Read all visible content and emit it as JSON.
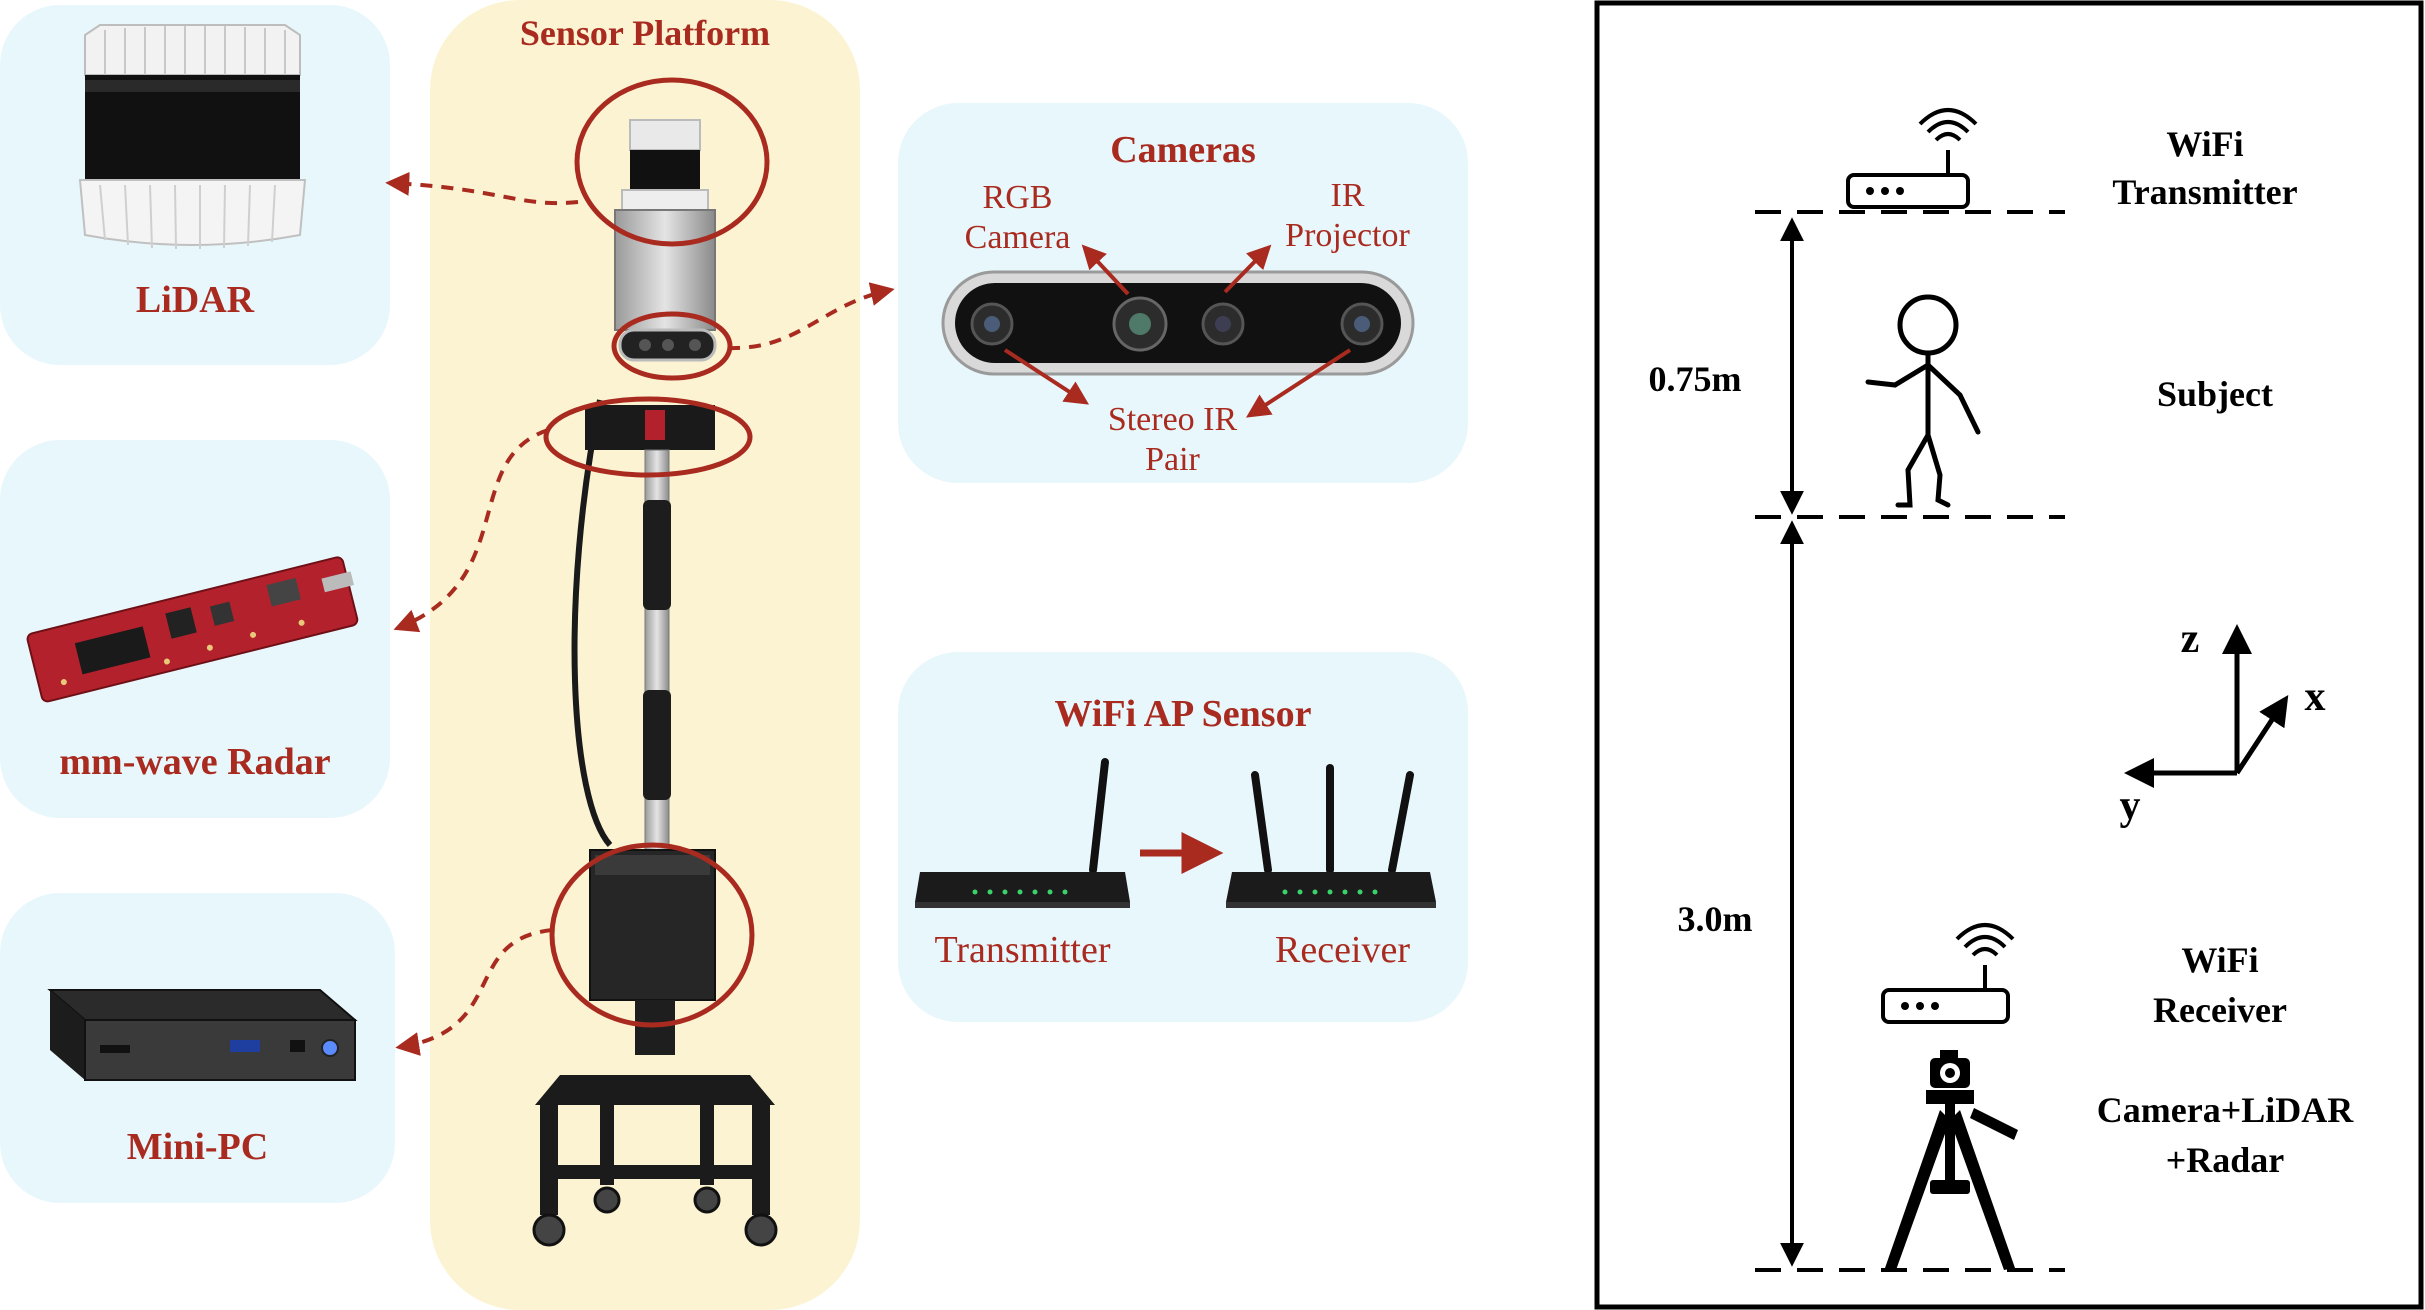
{
  "platform": {
    "title": "Sensor Platform"
  },
  "sensors": {
    "lidar": "LiDAR",
    "radar": "mm-wave Radar",
    "minipc": "Mini-PC"
  },
  "cameras": {
    "title": "Cameras",
    "rgb": [
      "RGB",
      "Camera"
    ],
    "ir": [
      "IR",
      "Projector"
    ],
    "stereo": [
      "Stereo IR",
      "Pair"
    ]
  },
  "wifi_ap": {
    "title": "WiFi AP Sensor",
    "transmitter": "Transmitter",
    "receiver": "Receiver"
  },
  "layout_diagram": {
    "wifi_tx": [
      "WiFi",
      "Transmitter"
    ],
    "subject": "Subject",
    "wifi_rx": [
      "WiFi",
      "Receiver"
    ],
    "sensors": [
      "Camera+LiDAR",
      "+Radar"
    ],
    "dist_top": "0.75m",
    "dist_bottom": "3.0m",
    "axes": {
      "z": "z",
      "x": "x",
      "y": "y"
    }
  },
  "colors": {
    "accent_red": "#a92b20",
    "panel_blue": "#e8f7fb",
    "platform_yellow": "#fbf3d2"
  }
}
